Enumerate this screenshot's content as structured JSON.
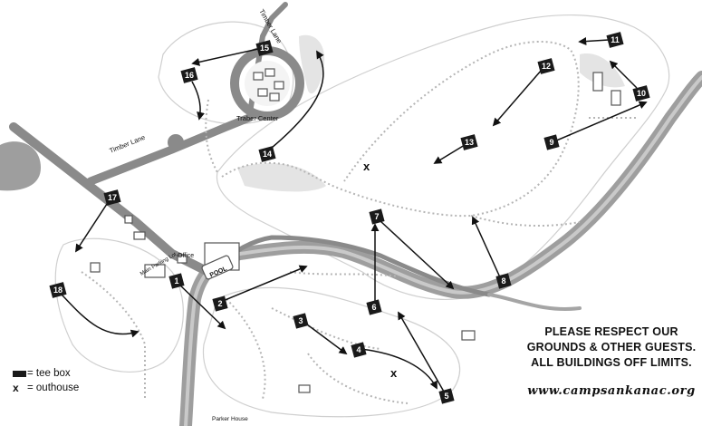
{
  "legend": {
    "tee_box": "= tee box",
    "outhouse_symbol": "x",
    "outhouse": "= outhouse"
  },
  "notice": {
    "line1": "PLEASE RESPECT OUR",
    "line2": "GROUNDS & OTHER GUESTS.",
    "line3": "ALL BUILDINGS OFF LIMITS."
  },
  "website": "www.campsankanac.org",
  "places": {
    "timber_lane_top": "Timber Lane",
    "timber_lane_left": "Timber Lane",
    "traber_center": "Traber Center",
    "office": "Office",
    "pool": "POOL",
    "main_parking_lot": "Main Parking Lot",
    "parker_house": "Parker House"
  },
  "outhouse_marker": "x",
  "holes": [
    {
      "number": "1"
    },
    {
      "number": "2"
    },
    {
      "number": "3"
    },
    {
      "number": "4"
    },
    {
      "number": "5"
    },
    {
      "number": "6"
    },
    {
      "number": "7"
    },
    {
      "number": "8"
    },
    {
      "number": "9"
    },
    {
      "number": "10"
    },
    {
      "number": "11"
    },
    {
      "number": "12"
    },
    {
      "number": "13"
    },
    {
      "number": "14"
    },
    {
      "number": "15"
    },
    {
      "number": "16"
    },
    {
      "number": "17"
    },
    {
      "number": "18"
    }
  ],
  "colors": {
    "ground": "#ffffff",
    "creek": "#9e9e9e",
    "road": "#8a8a8a",
    "trail": "#b5b5b5",
    "vegetation": "#d9d9d9",
    "tee": "#1a1a1a"
  }
}
